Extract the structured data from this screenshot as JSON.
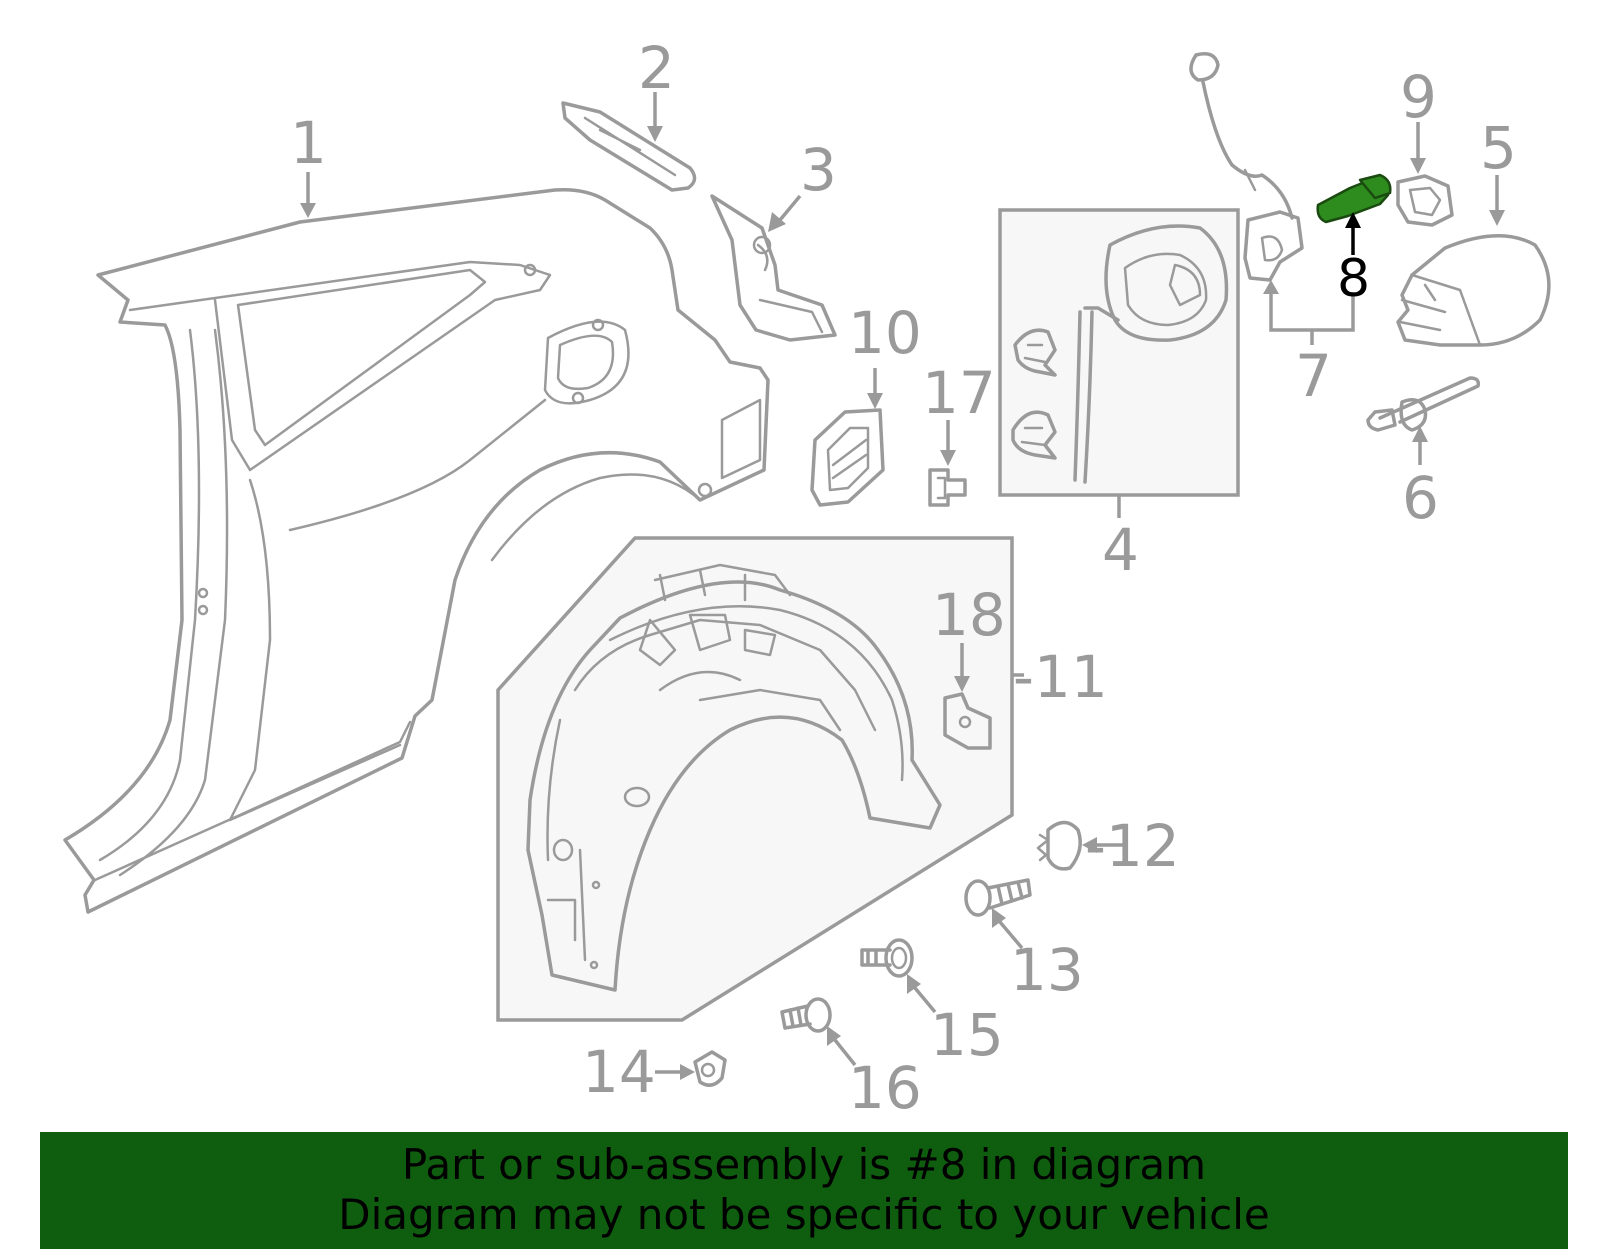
{
  "diagram": {
    "highlighted_part": "8",
    "highlight_color": "#2e8b1e",
    "line_color": "#9a9a9a",
    "callouts": {
      "c1": "1",
      "c2": "2",
      "c3": "3",
      "c4": "4",
      "c5": "5",
      "c6": "6",
      "c7": "7",
      "c8": "8",
      "c9": "9",
      "c10": "10",
      "c11": "-11",
      "c12": "-12",
      "c13": "13",
      "c14": "14",
      "c15": "15",
      "c16": "16",
      "c17": "17",
      "c18": "18"
    }
  },
  "banner": {
    "background": "#0f5e0f",
    "line1": "Part or sub-assembly is #8 in diagram",
    "line2": "Diagram may not be specific to your vehicle"
  }
}
